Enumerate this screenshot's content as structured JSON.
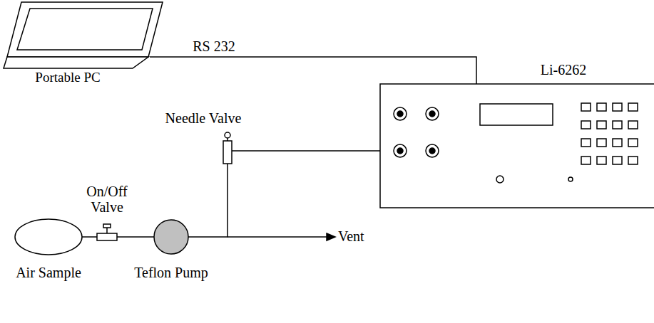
{
  "diagram": {
    "nodes": [
      {
        "text": [
          "Portable PC"
        ]
      },
      {
        "text": [
          "Li-6262"
        ]
      },
      {
        "text": [
          "Air Sample"
        ]
      },
      {
        "text": [
          "On/Off Valve"
        ]
      },
      {
        "text": [
          "Teflon Pump"
        ]
      },
      {
        "text": [
          "Needle Valve"
        ]
      }
    ],
    "edges": [
      {
        "from": 0,
        "to": 1,
        "label": "RS 232",
        "arrow": "none"
      },
      {
        "from": 2,
        "to": 3,
        "arrow": "none"
      },
      {
        "from": 3,
        "to": 4,
        "arrow": "none"
      },
      {
        "from": 4,
        "to": 5,
        "arrow": "none"
      },
      {
        "from": 5,
        "to": 1,
        "arrow": "none"
      }
    ],
    "labels": [
      "Vent"
    ]
  }
}
